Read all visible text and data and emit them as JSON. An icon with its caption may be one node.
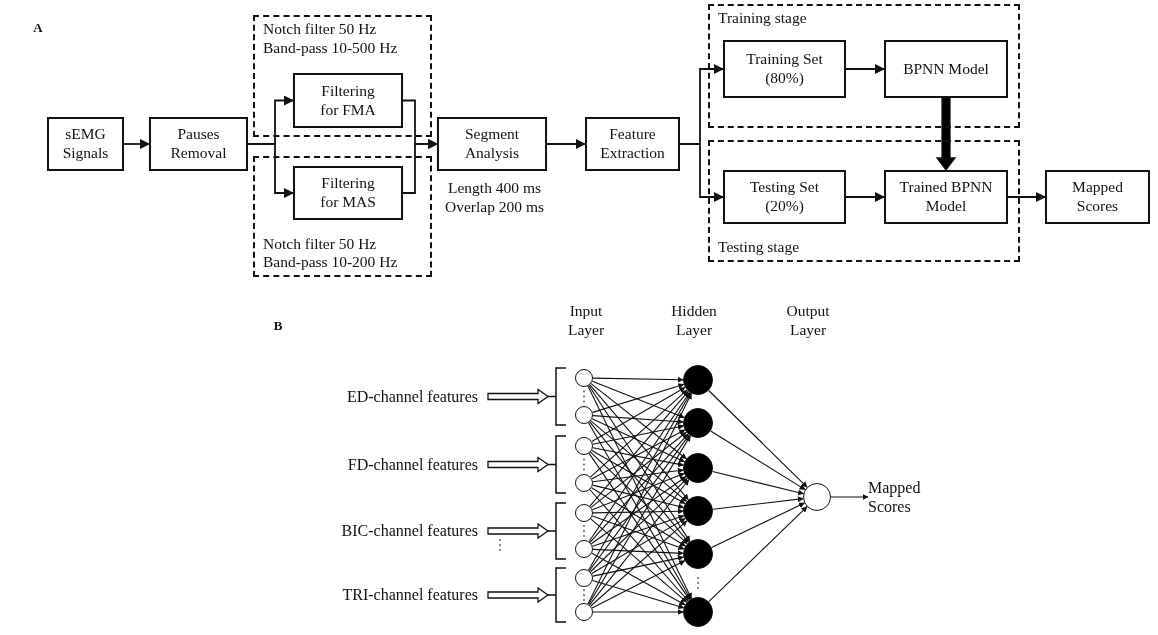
{
  "diagram": {
    "nodes": [
      {
        "text": [
          "sEMG Signals"
        ]
      },
      {
        "text": [
          "Pauses Removal"
        ]
      },
      {
        "text": [
          "Notch filter 50 Hz",
          "Band-pass 10-500 Hz"
        ]
      },
      {
        "text": [
          "Filtering for FMA"
        ],
        "in": 2
      },
      {
        "text": [
          "Notch filter 50 Hz",
          "Band-pass 10-200 Hz"
        ]
      },
      {
        "text": [
          "Filtering for MAS"
        ],
        "in": 4
      },
      {
        "text": [
          "Segment Analysis"
        ],
        "beside": [
          "Length 400 ms",
          "Overlap 200 ms"
        ]
      },
      {
        "text": [
          "Feature Extraction"
        ]
      },
      {
        "text": [
          "Training stage"
        ]
      },
      {
        "text": [
          "Training Set (80%)"
        ],
        "in": 8
      },
      {
        "text": [
          "BPNN Model"
        ],
        "in": 8
      },
      {
        "text": [
          "Testing stage"
        ]
      },
      {
        "text": [
          "Testing Set (20%)"
        ],
        "in": 11
      },
      {
        "text": [
          "Trained BPNN Model"
        ],
        "in": 11
      },
      {
        "text": [
          "Mapped Scores"
        ]
      },
      {
        "text": [
          "ED-channel features"
        ]
      },
      {
        "text": [
          "FD-channel features"
        ]
      },
      {
        "text": [
          "BIC-channel features"
        ]
      },
      {
        "text": [
          "TRI-channel features"
        ]
      },
      {
        "text": [],
        "shape": "bracket"
      },
      {
        "text": [],
        "shape": "bracket"
      },
      {
        "text": [],
        "shape": "bracket"
      },
      {
        "text": [],
        "shape": "bracket"
      },
      {
        "text": [],
        "shape": "circle"
      },
      {
        "text": [],
        "shape": "circle"
      },
      {
        "text": [],
        "shape": "circle"
      },
      {
        "text": [],
        "shape": "circle"
      },
      {
        "text": [],
        "shape": "circle"
      },
      {
        "text": [],
        "shape": "circle"
      },
      {
        "text": [],
        "shape": "circle"
      },
      {
        "text": [],
        "shape": "circle"
      },
      {
        "text": [],
        "shape": "dot"
      },
      {
        "text": [],
        "shape": "dot"
      },
      {
        "text": [],
        "shape": "dot"
      },
      {
        "text": [],
        "shape": "dot"
      },
      {
        "text": [],
        "shape": "dot"
      },
      {
        "text": [],
        "shape": "dot"
      },
      {
        "text": [],
        "shape": "circle"
      },
      {
        "text": [
          "Mapped Scores"
        ]
      }
    ],
    "edges": [
      {
        "from": 0,
        "to": 1,
        "arrow": "to"
      },
      {
        "from": 1,
        "to": 3,
        "arrow": "to"
      },
      {
        "from": 1,
        "to": 5,
        "arrow": "to"
      },
      {
        "from": 3,
        "to": 6,
        "arrow": "to"
      },
      {
        "from": 5,
        "to": 6,
        "arrow": "to"
      },
      {
        "from": 6,
        "to": 7,
        "arrow": "to"
      },
      {
        "from": 7,
        "to": 9,
        "arrow": "to"
      },
      {
        "from": 7,
        "to": 12,
        "arrow": "to"
      },
      {
        "from": 9,
        "to": 10,
        "arrow": "to"
      },
      {
        "from": 10,
        "to": 13,
        "arrow": "to",
        "style": "thick"
      },
      {
        "from": 12,
        "to": 13,
        "arrow": "to"
      },
      {
        "from": 13,
        "to": 14,
        "arrow": "to"
      },
      {
        "from": 15,
        "to": 19,
        "arrow": "to",
        "style": "thick",
        "color": "#ffffff"
      },
      {
        "from": 16,
        "to": 20,
        "arrow": "to",
        "style": "thick",
        "color": "#ffffff"
      },
      {
        "from": 17,
        "to": 21,
        "arrow": "to",
        "style": "thick",
        "color": "#ffffff"
      },
      {
        "from": 18,
        "to": 22,
        "arrow": "to",
        "style": "thick",
        "color": "#ffffff"
      },
      {
        "from": 23,
        "to": 31,
        "arrow": "to"
      },
      {
        "from": 23,
        "to": 32,
        "arrow": "to"
      },
      {
        "from": 23,
        "to": 33,
        "arrow": "to"
      },
      {
        "from": 23,
        "to": 34,
        "arrow": "to"
      },
      {
        "from": 23,
        "to": 35,
        "arrow": "to"
      },
      {
        "from": 23,
        "to": 36,
        "arrow": "to"
      },
      {
        "from": 24,
        "to": 31,
        "arrow": "to"
      },
      {
        "from": 24,
        "to": 32,
        "arrow": "to"
      },
      {
        "from": 24,
        "to": 33,
        "arrow": "to"
      },
      {
        "from": 24,
        "to": 34,
        "arrow": "to"
      },
      {
        "from": 24,
        "to": 35,
        "arrow": "to"
      },
      {
        "from": 24,
        "to": 36,
        "arrow": "to"
      },
      {
        "from": 25,
        "to": 31,
        "arrow": "to"
      },
      {
        "from": 25,
        "to": 32,
        "arrow": "to"
      },
      {
        "from": 25,
        "to": 33,
        "arrow": "to"
      },
      {
        "from": 25,
        "to": 34,
        "arrow": "to"
      },
      {
        "from": 25,
        "to": 35,
        "arrow": "to"
      },
      {
        "from": 25,
        "to": 36,
        "arrow": "to"
      },
      {
        "from": 26,
        "to": 31,
        "arrow": "to"
      },
      {
        "from": 26,
        "to": 32,
        "arrow": "to"
      },
      {
        "from": 26,
        "to": 33,
        "arrow": "to"
      },
      {
        "from": 26,
        "to": 34,
        "arrow": "to"
      },
      {
        "from": 26,
        "to": 35,
        "arrow": "to"
      },
      {
        "from": 26,
        "to": 36,
        "arrow": "to"
      },
      {
        "from": 27,
        "to": 31,
        "arrow": "to"
      },
      {
        "from": 27,
        "to": 32,
        "arrow": "to"
      },
      {
        "from": 27,
        "to": 33,
        "arrow": "to"
      },
      {
        "from": 27,
        "to": 34,
        "arrow": "to"
      },
      {
        "from": 27,
        "to": 35,
        "arrow": "to"
      },
      {
        "from": 27,
        "to": 36,
        "arrow": "to"
      },
      {
        "from": 28,
        "to": 31,
        "arrow": "to"
      },
      {
        "from": 28,
        "to": 32,
        "arrow": "to"
      },
      {
        "from": 28,
        "to": 33,
        "arrow": "to"
      },
      {
        "from": 28,
        "to": 34,
        "arrow": "to"
      },
      {
        "from": 28,
        "to": 35,
        "arrow": "to"
      },
      {
        "from": 28,
        "to": 36,
        "arrow": "to"
      },
      {
        "from": 29,
        "to": 31,
        "arrow": "to"
      },
      {
        "from": 29,
        "to": 32,
        "arrow": "to"
      },
      {
        "from": 29,
        "to": 33,
        "arrow": "to"
      },
      {
        "from": 29,
        "to": 34,
        "arrow": "to"
      },
      {
        "from": 29,
        "to": 35,
        "arrow": "to"
      },
      {
        "from": 29,
        "to": 36,
        "arrow": "to"
      },
      {
        "from": 30,
        "to": 31,
        "arrow": "to"
      },
      {
        "from": 30,
        "to": 32,
        "arrow": "to"
      },
      {
        "from": 30,
        "to": 33,
        "arrow": "to"
      },
      {
        "from": 30,
        "to": 34,
        "arrow": "to"
      },
      {
        "from": 30,
        "to": 35,
        "arrow": "to"
      },
      {
        "from": 30,
        "to": 36,
        "arrow": "to"
      },
      {
        "from": 31,
        "to": 37,
        "arrow": "to"
      },
      {
        "from": 32,
        "to": 37,
        "arrow": "to"
      },
      {
        "from": 33,
        "to": 37,
        "arrow": "to"
      },
      {
        "from": 34,
        "to": 37,
        "arrow": "to"
      },
      {
        "from": 35,
        "to": 37,
        "arrow": "to"
      },
      {
        "from": 36,
        "to": 37,
        "arrow": "to"
      },
      {
        "from": 37,
        "to": 38,
        "arrow": "to"
      }
    ],
    "labels": [
      "A",
      "B",
      "Input Layer",
      "Hidden Layer",
      "Output Layer"
    ]
  }
}
